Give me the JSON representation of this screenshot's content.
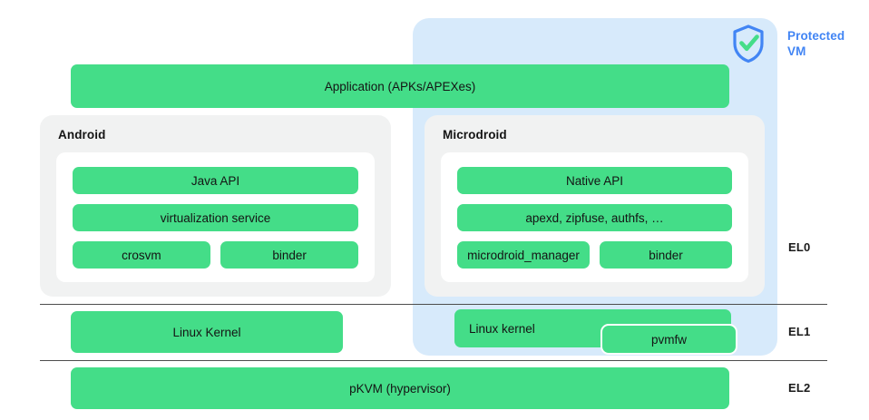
{
  "diagram": {
    "title": "Android Virtualization / pKVM architecture",
    "colors": {
      "green_block": "#44dd88",
      "vm_panel_blue": "#d7eafb",
      "vm_label_blue": "#4285f4",
      "os_panel_gray": "#f1f2f2",
      "inner_white": "#ffffff",
      "divider": "#4d4d4d"
    }
  },
  "protected_vm": {
    "label": "Protected VM",
    "label_line1": "Protected",
    "label_line2": "VM",
    "icon": "shield-check-icon"
  },
  "application": {
    "label": "Application (APKs/APEXes)"
  },
  "android": {
    "title": "Android",
    "rows": [
      {
        "blocks": [
          {
            "label": "Java API",
            "width": "full"
          }
        ]
      },
      {
        "blocks": [
          {
            "label": "virtualization service",
            "width": "full"
          }
        ]
      },
      {
        "blocks": [
          {
            "label": "crosvm",
            "width": "half"
          },
          {
            "label": "binder",
            "width": "half"
          }
        ]
      }
    ]
  },
  "microdroid": {
    "title": "Microdroid",
    "rows": [
      {
        "blocks": [
          {
            "label": "Native API",
            "width": "full"
          }
        ]
      },
      {
        "blocks": [
          {
            "label": "apexd, zipfuse, authfs, …",
            "width": "full"
          }
        ]
      },
      {
        "blocks": [
          {
            "label": "microdroid_manager",
            "width": "half"
          },
          {
            "label": "binder",
            "width": "half"
          }
        ]
      }
    ]
  },
  "kernel_row": {
    "host_kernel": "Linux Kernel",
    "guest_kernel": "Linux kernel",
    "pvmfw": "pvmfw"
  },
  "hypervisor_row": {
    "label": "pKVM (hypervisor)"
  },
  "exception_levels": {
    "el0": "EL0",
    "el1": "EL1",
    "el2": "EL2"
  }
}
